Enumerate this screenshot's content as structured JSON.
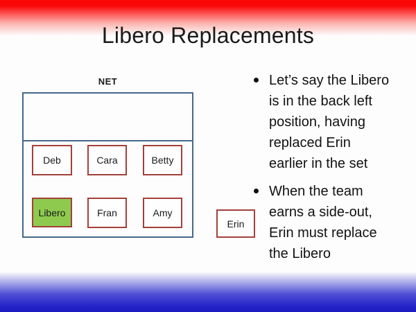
{
  "title": "Libero Replacements",
  "court": {
    "net_label": "NET",
    "front_row": [
      {
        "label": "Deb"
      },
      {
        "label": "Cara"
      },
      {
        "label": "Betty"
      }
    ],
    "back_row": [
      {
        "label": "Libero",
        "highlighted": true
      },
      {
        "label": "Fran"
      },
      {
        "label": "Amy"
      }
    ],
    "bench": {
      "label": "Erin"
    }
  },
  "bullets": [
    {
      "text": "Let’s say the Libero\nis in the back left\nposition, having\nreplaced Erin\nearlier in the set"
    },
    {
      "text": "When the team\nearns a side-out,\nErin must replace\nthe Libero"
    }
  ],
  "colors": {
    "top_bar_red": "#fa0808",
    "bottom_bar_blue": "#1a1ac0",
    "court_border": "#44688c",
    "player_box_border": "#a2403a",
    "libero_fill": "#8eca4e",
    "text": "#1a1a1a"
  }
}
